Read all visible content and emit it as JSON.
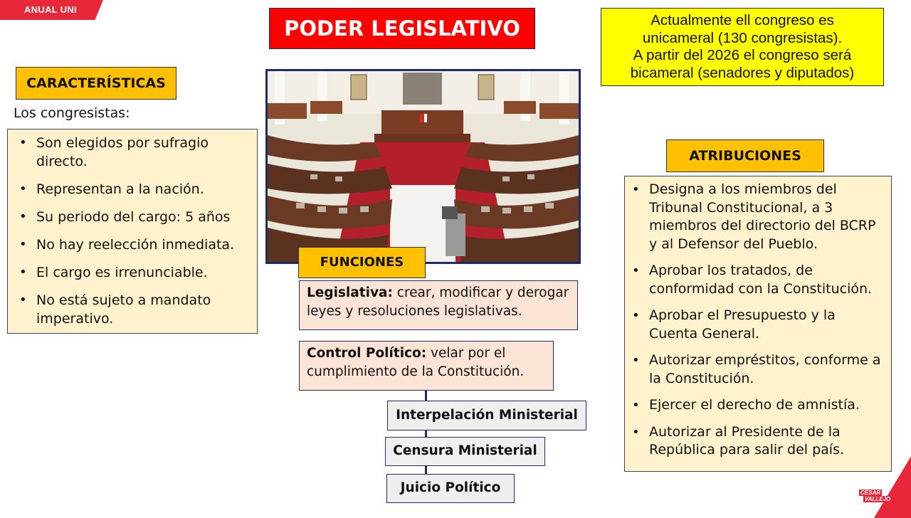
{
  "header": {
    "course_tag": "ANUAL UNI",
    "title": "PODER LEGISLATIVO"
  },
  "note": {
    "lines": [
      "Actualmente ell congreso es",
      "unicameral (130 congresistas).",
      "A partir del 2026 el congreso será",
      "bicameral (senadores y diputados)"
    ]
  },
  "caracteristicas": {
    "label": "CARACTERÍSTICAS",
    "intro": "Los congresistas:",
    "items": [
      "Son elegidos por sufragio directo.",
      "Representan a la nación.",
      "Su periodo del cargo: 5 años",
      "No hay reelección inmediata.",
      "El cargo es irrenunciable.",
      "No está sujeto a mandato imperativo."
    ]
  },
  "photo": {
    "description": "congress-chamber-photo"
  },
  "funciones": {
    "label": "FUNCIONES",
    "legislativa": {
      "term": "Legislativa:",
      "text": " crear, modificar y derogar leyes y resoluciones legislativas."
    },
    "control": {
      "term": "Control Político:",
      "text": " velar por el cumplimiento de la Constitución."
    },
    "control_items": [
      "Interpelación Ministerial",
      "Censura Ministerial",
      "Juicio Político"
    ]
  },
  "atribuciones": {
    "label": "ATRIBUCIONES",
    "items": [
      "Designa a los miembros del Tribunal Constitucional, a 3 miembros del directorio del BCRP y al Defensor del Pueblo.",
      "Aprobar los tratados, de conformidad con la Constitución.",
      "Aprobar el Presupuesto y la Cuenta General.",
      "Autorizar empréstitos, conforme a la Constitución.",
      "Ejercer el derecho de amnistía.",
      "Autorizar al Presidente de la República para salir del país."
    ]
  },
  "brand": {
    "line1": "CÉSAR",
    "line2": "VALLEJO"
  },
  "colors": {
    "title_red": "#ff0000",
    "label_orange": "#ffc000",
    "note_yellow": "#ffff00",
    "cream": "#fff2cc",
    "peach": "#fbe4d5",
    "navy": "#1f2a6b",
    "brand_red": "#e8283a"
  }
}
